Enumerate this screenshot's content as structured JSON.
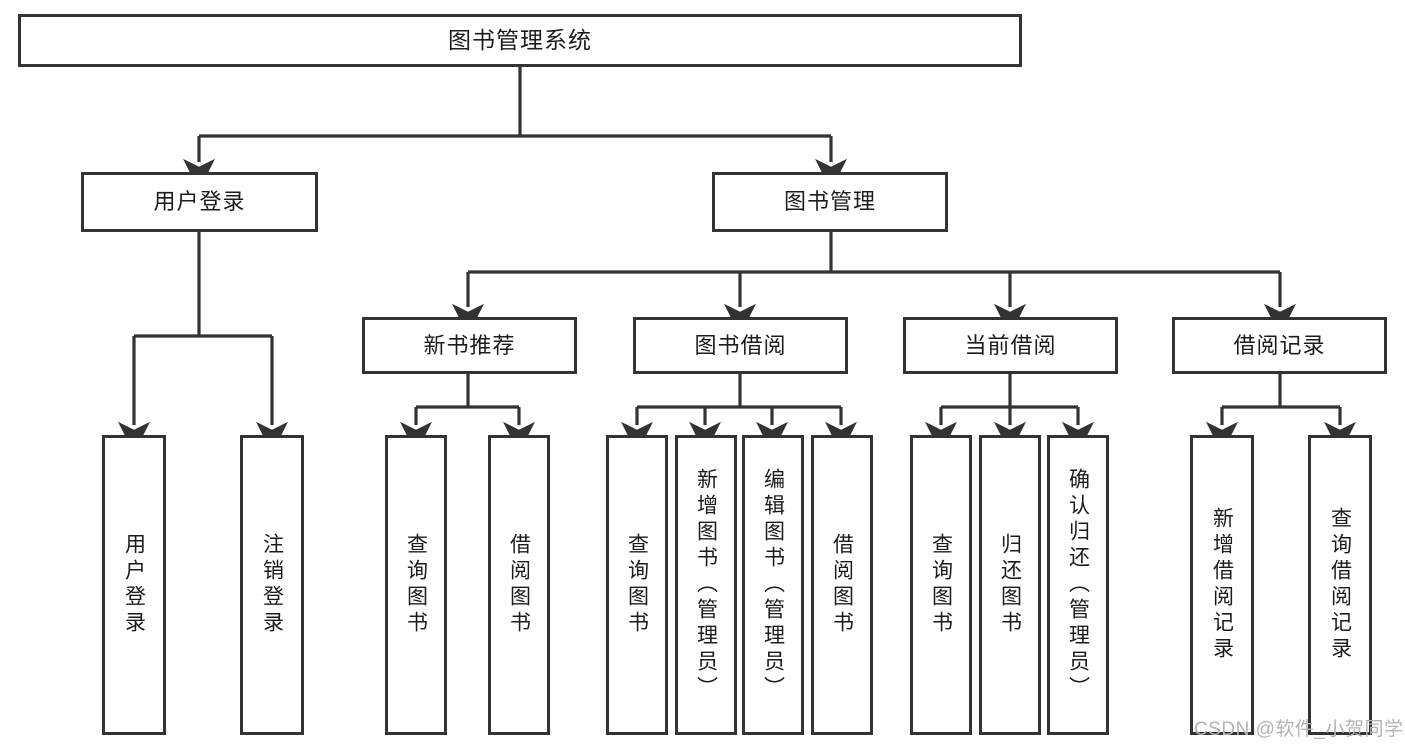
{
  "diagram": {
    "type": "hierarchy-tree",
    "title": "图书管理系统",
    "watermark": "CSDN @软件_小贺同学",
    "colors": {
      "box_border": "#333333",
      "box_fill": "#ffffff",
      "line": "#333333",
      "text": "#1c1c1c",
      "watermark": "#b4b4b4"
    },
    "nodes": {
      "root": {
        "label": "图书管理系统"
      },
      "level2": [
        {
          "label": "用户登录"
        },
        {
          "label": "图书管理"
        }
      ],
      "level3": [
        {
          "label": "新书推荐"
        },
        {
          "label": "图书借阅"
        },
        {
          "label": "当前借阅"
        },
        {
          "label": "借阅记录"
        }
      ],
      "leaves_user_login": [
        {
          "label": "用户登录"
        },
        {
          "label": "注销登录"
        }
      ],
      "leaves_new_book": [
        {
          "label": "查询图书"
        },
        {
          "label": "借阅图书"
        }
      ],
      "leaves_borrow": [
        {
          "label": "查询图书"
        },
        {
          "label": "新增图书（管理员）"
        },
        {
          "label": "编辑图书（管理员）"
        },
        {
          "label": "借阅图书"
        }
      ],
      "leaves_current": [
        {
          "label": "查询图书"
        },
        {
          "label": "归还图书"
        },
        {
          "label": "确认归还（管理员）"
        }
      ],
      "leaves_record": [
        {
          "label": "新增借阅记录"
        },
        {
          "label": "查询借阅记录"
        }
      ]
    }
  }
}
